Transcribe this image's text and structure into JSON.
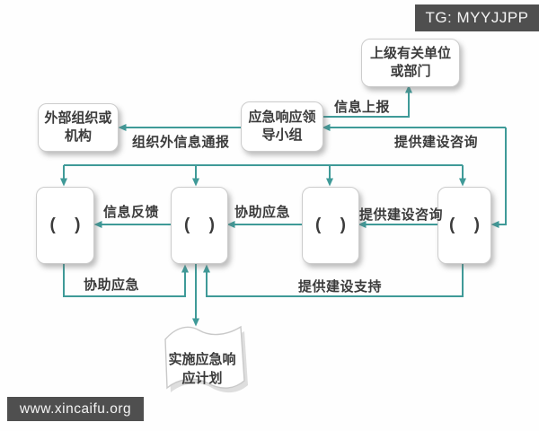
{
  "header": {
    "tg_badge": "TG: MYYJJPP"
  },
  "footer": {
    "site_badge": "www.xincaifu.org"
  },
  "nodes": {
    "superior": {
      "line1": "上级有关单位",
      "line2": "或部门"
    },
    "leader": {
      "line1": "应急响应领",
      "line2": "导小组"
    },
    "external": {
      "line1": "外部组织或",
      "line2": "机构"
    },
    "teams": [
      {
        "label": "( )"
      },
      {
        "label": "( )"
      },
      {
        "label": "( )"
      },
      {
        "label": "( )"
      }
    ],
    "banner": {
      "line1": "实施应急响",
      "line2": "应计划"
    }
  },
  "edges": {
    "info_report": {
      "label": "信息上报"
    },
    "external_notice": {
      "label": "组织外信息通报"
    },
    "consult_top": {
      "label": "提供建设咨询"
    },
    "feedback": {
      "label": "信息反馈"
    },
    "assist_mid": {
      "label": "协助应急"
    },
    "consult_mid": {
      "label": "提供建设咨询"
    },
    "assist_bottom": {
      "label": "协助应急"
    },
    "support_bottom": {
      "label": "提供建设支持"
    }
  },
  "colors": {
    "line": "#3f9a98",
    "badge_bg": "#4f4f4f",
    "text": "#3b3b3b"
  }
}
